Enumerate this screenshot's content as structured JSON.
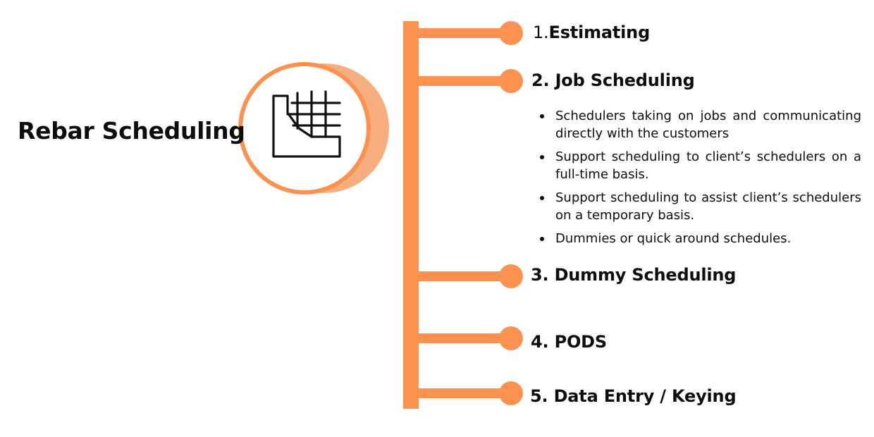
{
  "title": "Rebar Scheduling",
  "icon": "rebar-grid-icon",
  "colors": {
    "accent": "#fd9250",
    "accent_light": "#f7ae7f",
    "text": "#0d0d0d"
  },
  "items": [
    {
      "number": "1.",
      "label": "Estimating"
    },
    {
      "number": "2.",
      "label": "Job Scheduling"
    },
    {
      "number": "3.",
      "label": "Dummy Scheduling"
    },
    {
      "number": "4.",
      "label": "PODS"
    },
    {
      "number": "5.",
      "label": "Data Entry / Keying"
    }
  ],
  "job_scheduling_bullets": [
    "Schedulers taking on jobs and communicating directly with the customers",
    "Support scheduling to client’s schedulers on a full-time basis.",
    "Support scheduling to assist client’s schedulers on a temporary basis.",
    "Dummies or quick around schedules."
  ]
}
